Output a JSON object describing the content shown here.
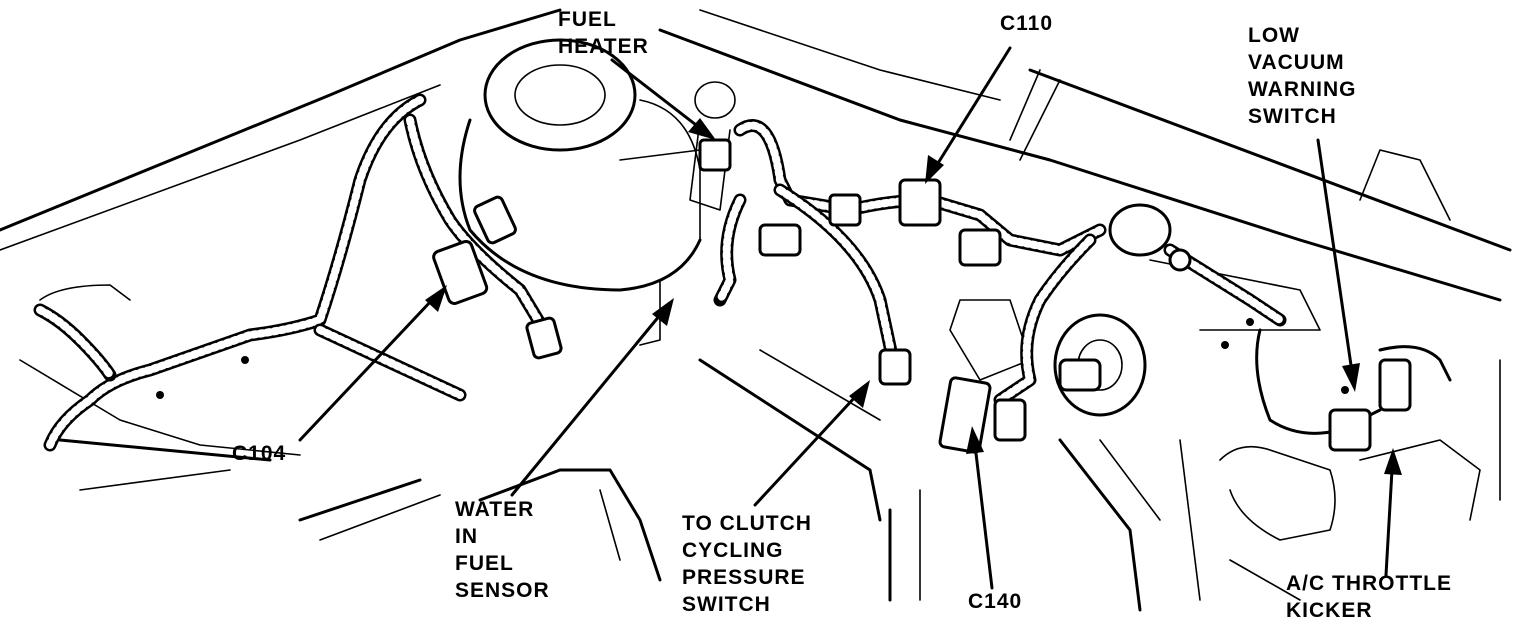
{
  "labels": {
    "fuel_heater": [
      "FUEL",
      "HEATER"
    ],
    "c110": "C110",
    "low_vacuum_switch": [
      "LOW",
      "VACUUM",
      "WARNING",
      "SWITCH"
    ],
    "c104": "C104",
    "water_in_fuel_sensor": [
      "WATER",
      "IN",
      "FUEL",
      "SENSOR"
    ],
    "clutch_cycling_switch": [
      "TO CLUTCH",
      "CYCLING",
      "PRESSURE",
      "SWITCH"
    ],
    "c140": "C140",
    "ac_throttle_kicker": [
      "A/C THROTTLE",
      "KICKER"
    ]
  },
  "colors": {
    "ink": "#000000",
    "background": "#ffffff"
  }
}
